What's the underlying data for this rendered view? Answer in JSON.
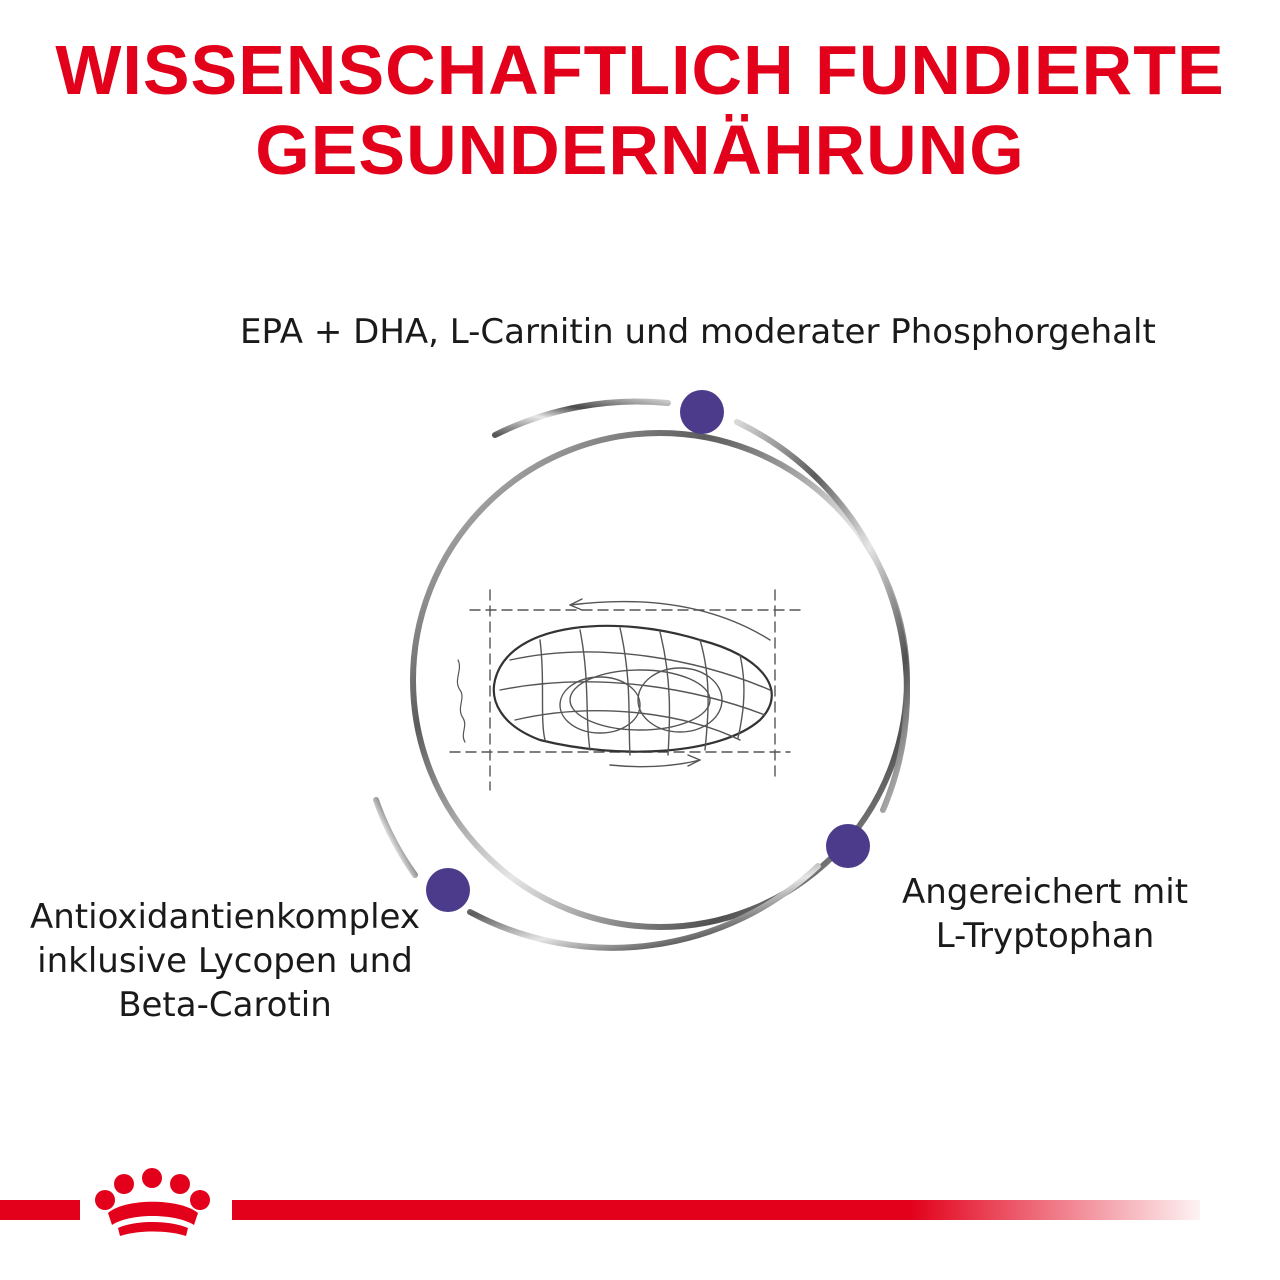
{
  "headline": {
    "line1": "WISSENSCHAFTLICH FUNDIERTE",
    "line2": "GESUNDERNÄHRUNG"
  },
  "features": {
    "top": {
      "lines": [
        "EPA + DHA, L-Carnitin und moderater Phosphorgehalt"
      ]
    },
    "left": {
      "lines": [
        "Antioxidantienkomplex",
        "inklusive Lycopen und",
        "Beta-Carotin"
      ]
    },
    "right": {
      "lines": [
        "Angereichert mit",
        "L-Tryptophan"
      ]
    }
  },
  "colors": {
    "brand_red": "#e2001a",
    "dot_purple": "#4b3b8a",
    "ring_gray": "#6d6d6d"
  },
  "icons": {
    "kibble": "kibble-sketch-icon",
    "logo": "royal-canin-crown-logo"
  }
}
